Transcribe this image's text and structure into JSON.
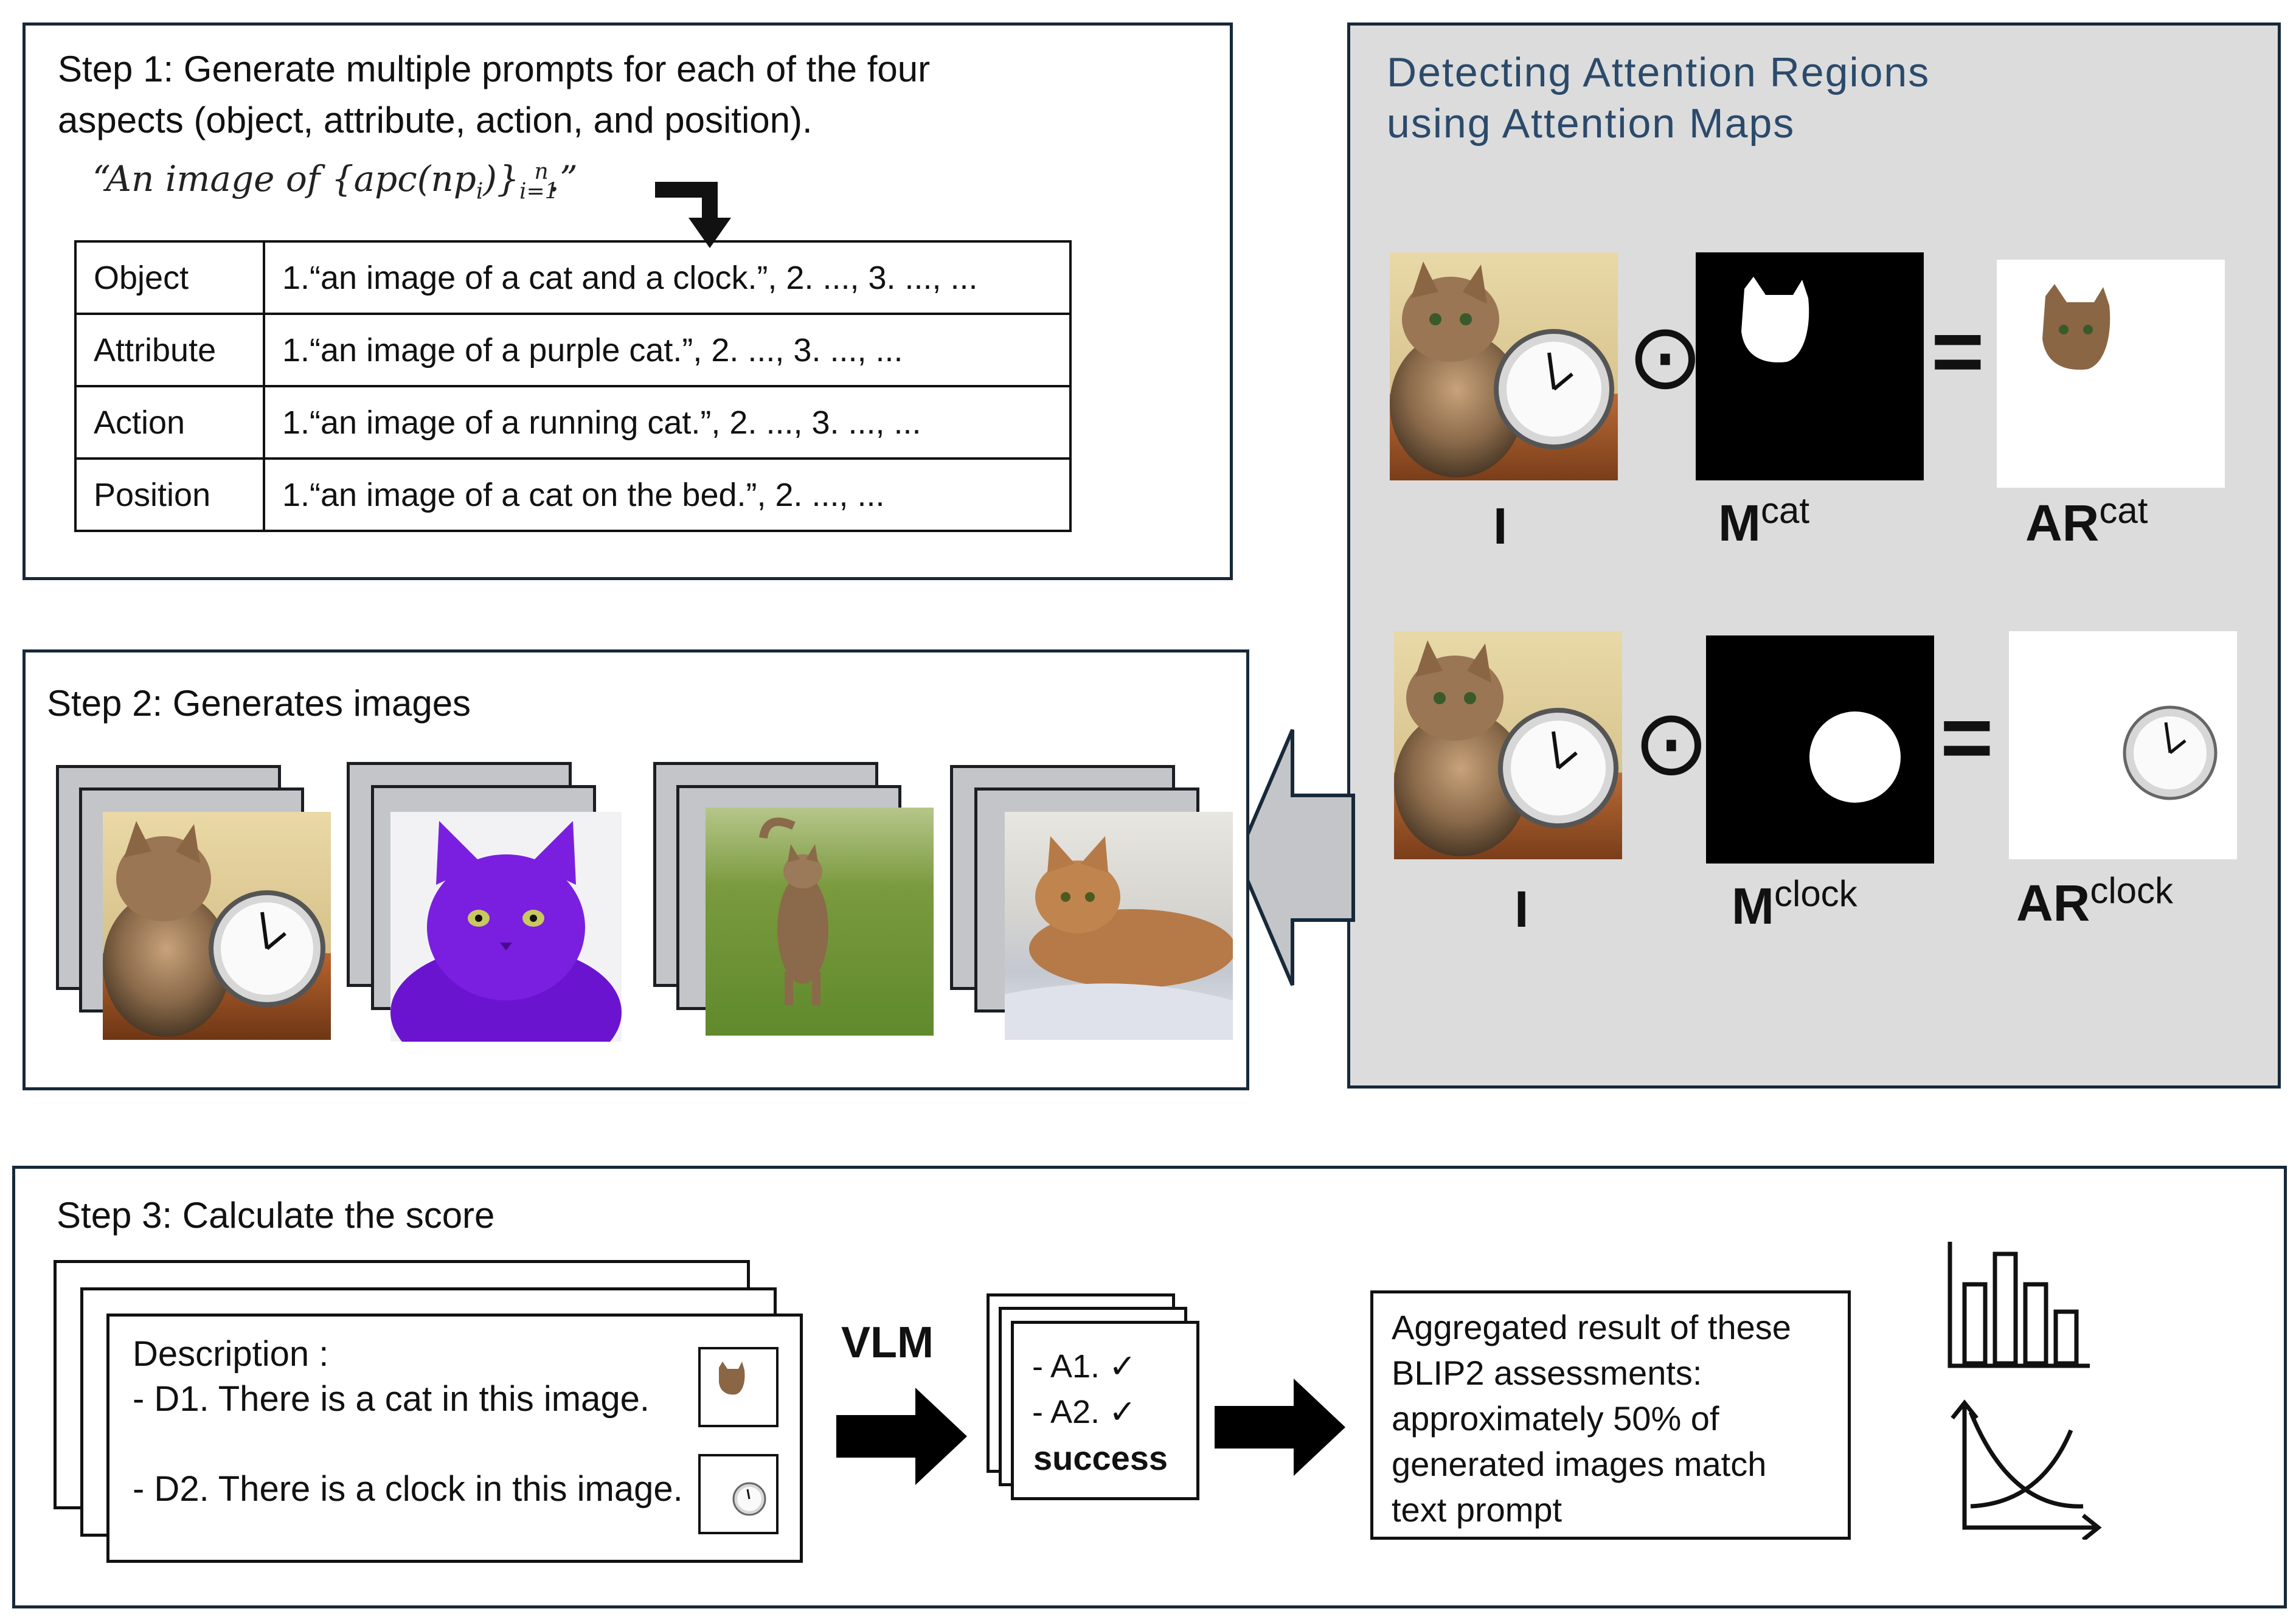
{
  "step1": {
    "title_line1": "Step 1: Generate multiple prompts for each of the four",
    "title_line2": "aspects (object, attribute, action, and position).",
    "formula": "“An image of {apc(np_i)}_{i=1}^{n}.”",
    "table": [
      {
        "aspect": "Object",
        "example": "1.“an image of a cat and a clock.”, 2. ..., 3. ..., ..."
      },
      {
        "aspect": "Attribute",
        "example": "1.“an image of a purple cat.”, 2. ..., 3. ..., ..."
      },
      {
        "aspect": "Action",
        "example": "1.“an image of a running cat.”, 2. ..., 3. ..., ..."
      },
      {
        "aspect": "Position",
        "example": "1.“an image of a cat on the bed.”, 2. ...,  ..."
      }
    ]
  },
  "attention": {
    "title_line1": "Detecting Attention Regions",
    "title_line2": "using Attention Maps",
    "odot": "⊙",
    "equals": "=",
    "row1": {
      "image_label": "I",
      "mask_label": "M",
      "mask_sup": "cat",
      "result_label": "AR",
      "result_sup": "cat"
    },
    "row2": {
      "image_label": "I",
      "mask_label": "M",
      "mask_sup": "clock",
      "result_label": "AR",
      "result_sup": "clock"
    }
  },
  "step2": {
    "title": "Step 2: Generates images"
  },
  "step3": {
    "title": "Step 3: Calculate the score",
    "description_heading": "Description :",
    "d1": "- D1. There is a cat in this image.",
    "d2": "- D2. There is a clock in this image.",
    "vlm": "VLM",
    "answers": [
      "- A1.  ✓",
      "- A2.  ✓"
    ],
    "result": "success",
    "aggregate": [
      "Aggregated result of these",
      "BLIP2 assessments:",
      "approximately 50% of",
      "generated images match",
      "text prompt"
    ]
  },
  "colors": {
    "panel_border": "#17293a",
    "attention_bg": "#dcdcdc",
    "attention_title": "#2b4a6b",
    "purple_cat": "#7a1fe0"
  }
}
